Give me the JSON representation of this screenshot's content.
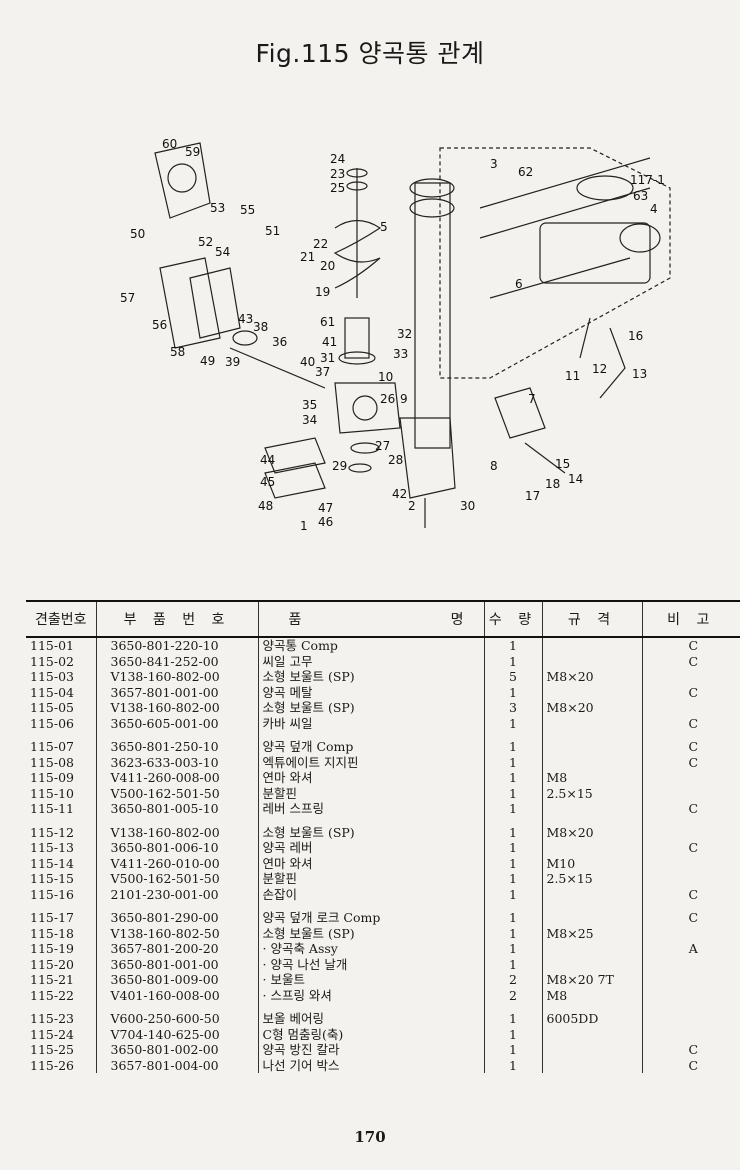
{
  "title": "Fig.115 양곡통 관계",
  "page_number": "170",
  "diagram_callouts": [
    "1",
    "2",
    "3",
    "4",
    "5",
    "6",
    "7",
    "8",
    "9",
    "10",
    "11",
    "12",
    "13",
    "14",
    "15",
    "16",
    "17",
    "18",
    "19",
    "20",
    "21",
    "22",
    "23",
    "24",
    "25",
    "26",
    "27",
    "28",
    "29",
    "30",
    "31",
    "32",
    "33",
    "34",
    "35",
    "36",
    "37",
    "38",
    "39",
    "40",
    "41",
    "42",
    "43",
    "44",
    "45",
    "46",
    "47",
    "48",
    "49",
    "50",
    "51",
    "52",
    "53",
    "54",
    "55",
    "56",
    "57",
    "58",
    "59",
    "60",
    "61",
    "62",
    "63",
    "117-1"
  ],
  "table": {
    "headers": [
      "견출번호",
      "부 품 번 호",
      "품",
      "명",
      "수 량",
      "규 격",
      "비 고"
    ],
    "rows": [
      {
        "no": "115-01",
        "code": "3650-801-220-10",
        "name": "양곡통 Comp",
        "qty": "1",
        "spec": "",
        "note": "C"
      },
      {
        "no": "115-02",
        "code": "3650-841-252-00",
        "name": "씨일 고무",
        "qty": "1",
        "spec": "",
        "note": "C"
      },
      {
        "no": "115-03",
        "code": "V138-160-802-00",
        "name": "소형 보울트 (SP)",
        "qty": "5",
        "spec": "M8×20",
        "note": ""
      },
      {
        "no": "115-04",
        "code": "3657-801-001-00",
        "name": "양곡 메탈",
        "qty": "1",
        "spec": "",
        "note": "C"
      },
      {
        "no": "115-05",
        "code": "V138-160-802-00",
        "name": "소형 보울트 (SP)",
        "qty": "3",
        "spec": "M8×20",
        "note": ""
      },
      {
        "no": "115-06",
        "code": "3650-605-001-00",
        "name": "카바 씨일",
        "qty": "1",
        "spec": "",
        "note": "C"
      },
      {
        "no": "115-07",
        "code": "3650-801-250-10",
        "name": "양곡 덮개 Comp",
        "qty": "1",
        "spec": "",
        "note": "C"
      },
      {
        "no": "115-08",
        "code": "3623-633-003-10",
        "name": "엑튜에이트 지지핀",
        "qty": "1",
        "spec": "",
        "note": "C"
      },
      {
        "no": "115-09",
        "code": "V411-260-008-00",
        "name": "연마 와셔",
        "qty": "1",
        "spec": "M8",
        "note": ""
      },
      {
        "no": "115-10",
        "code": "V500-162-501-50",
        "name": "분할핀",
        "qty": "1",
        "spec": "2.5×15",
        "note": ""
      },
      {
        "no": "115-11",
        "code": "3650-801-005-10",
        "name": "레버 스프링",
        "qty": "1",
        "spec": "",
        "note": "C"
      },
      {
        "no": "115-12",
        "code": "V138-160-802-00",
        "name": "소형 보울트 (SP)",
        "qty": "1",
        "spec": "M8×20",
        "note": ""
      },
      {
        "no": "115-13",
        "code": "3650-801-006-10",
        "name": "양곡 레버",
        "qty": "1",
        "spec": "",
        "note": "C"
      },
      {
        "no": "115-14",
        "code": "V411-260-010-00",
        "name": "연마 와셔",
        "qty": "1",
        "spec": "M10",
        "note": ""
      },
      {
        "no": "115-15",
        "code": "V500-162-501-50",
        "name": "분할핀",
        "qty": "1",
        "spec": "2.5×15",
        "note": ""
      },
      {
        "no": "115-16",
        "code": "2101-230-001-00",
        "name": "손잡이",
        "qty": "1",
        "spec": "",
        "note": "C"
      },
      {
        "no": "115-17",
        "code": "3650-801-290-00",
        "name": "양곡 덮개 로크 Comp",
        "qty": "1",
        "spec": "",
        "note": "C"
      },
      {
        "no": "115-18",
        "code": "V138-160-802-50",
        "name": "소형 보울트 (SP)",
        "qty": "1",
        "spec": "M8×25",
        "note": ""
      },
      {
        "no": "115-19",
        "code": "3657-801-200-20",
        "name": "· 양곡축 Assy",
        "qty": "1",
        "spec": "",
        "note": "A"
      },
      {
        "no": "115-20",
        "code": "3650-801-001-00",
        "name": "· 양곡 나선 날개",
        "qty": "1",
        "spec": "",
        "note": ""
      },
      {
        "no": "115-21",
        "code": "3650-801-009-00",
        "name": "· 보울트",
        "qty": "2",
        "spec": "M8×20 7T",
        "note": ""
      },
      {
        "no": "115-22",
        "code": "V401-160-008-00",
        "name": "· 스프링 와셔",
        "qty": "2",
        "spec": "M8",
        "note": ""
      },
      {
        "no": "115-23",
        "code": "V600-250-600-50",
        "name": "보올 베어링",
        "qty": "1",
        "spec": "6005DD",
        "note": ""
      },
      {
        "no": "115-24",
        "code": "V704-140-625-00",
        "name": "C형 멈춤링(축)",
        "qty": "1",
        "spec": "",
        "note": ""
      },
      {
        "no": "115-25",
        "code": "3650-801-002-00",
        "name": "양곡 방진 칼라",
        "qty": "1",
        "spec": "",
        "note": "C"
      },
      {
        "no": "115-26",
        "code": "3657-801-004-00",
        "name": "나선 기어 박스",
        "qty": "1",
        "spec": "",
        "note": "C"
      }
    ]
  }
}
